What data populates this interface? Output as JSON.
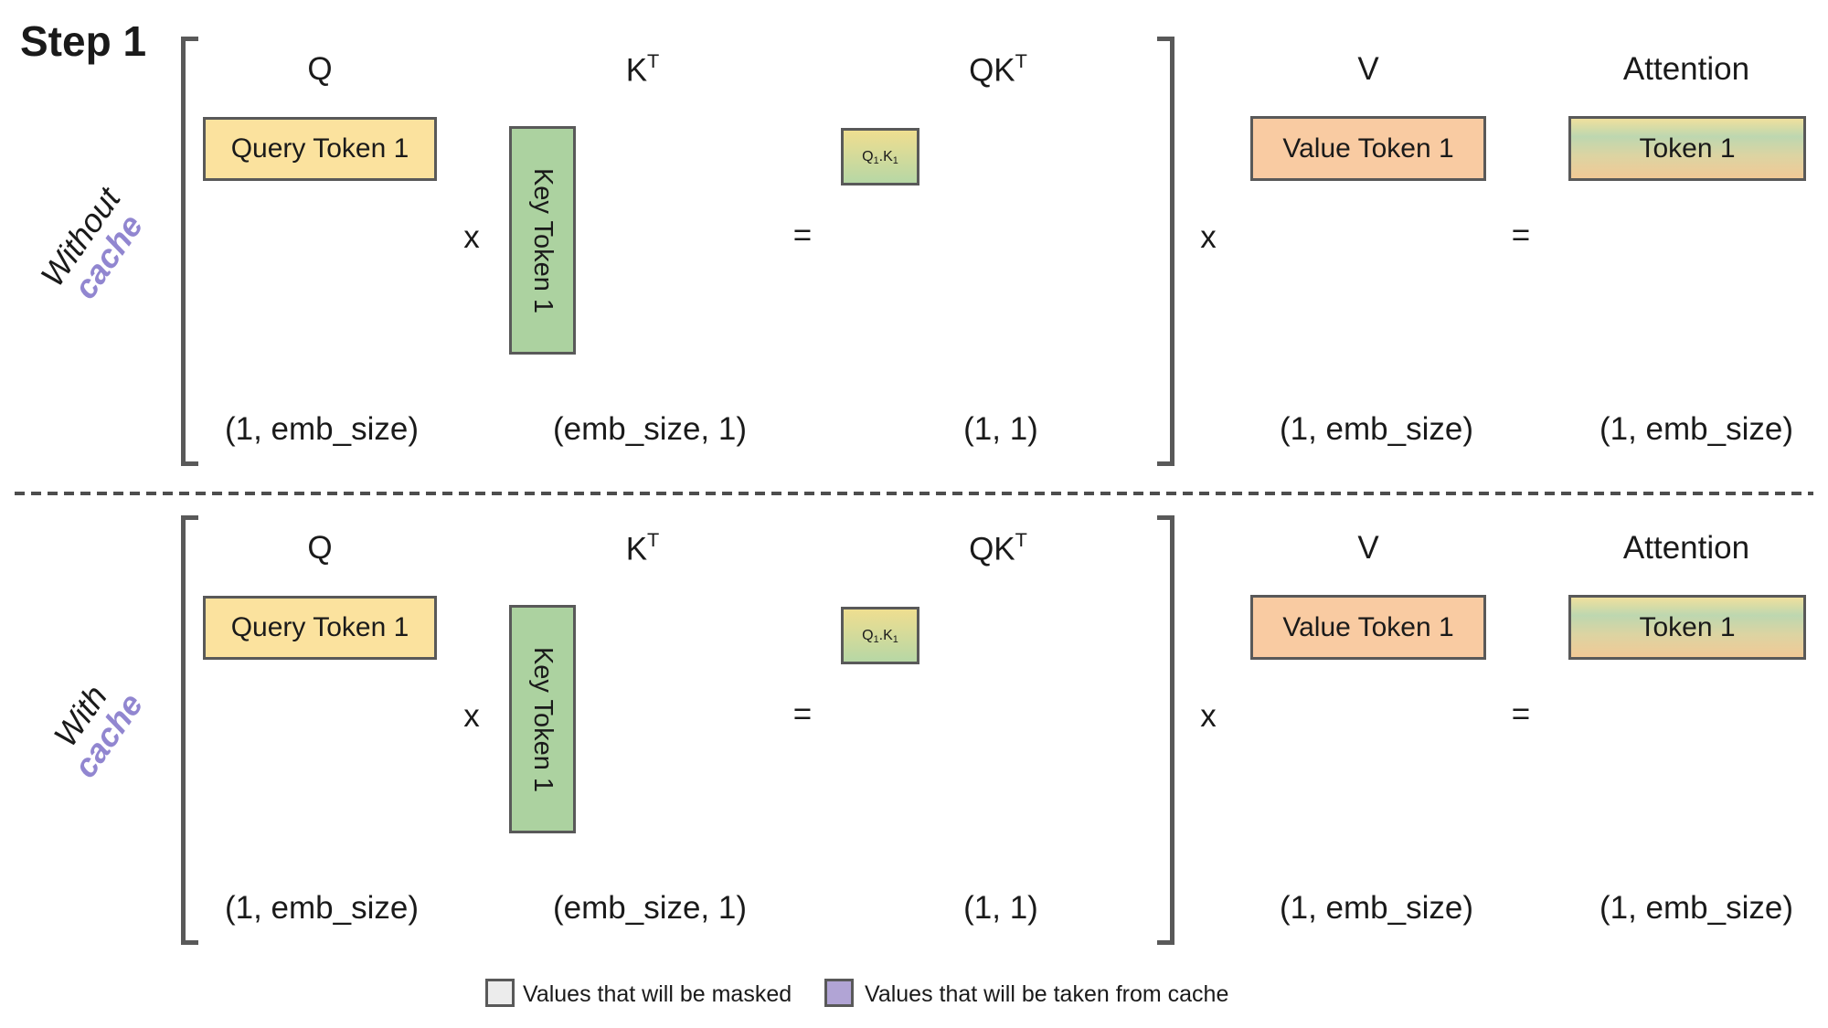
{
  "title": "Step 1",
  "colors": {
    "border_gray": "#595959",
    "query_yellow": "#FBE29E",
    "key_green": "#ACD2A0",
    "value_orange": "#F9CBA2",
    "qk_gradient_top": "#EFDE90",
    "qk_gradient_bottom": "#B7D7A5",
    "attention_gradient": [
      "#EFE09D",
      "#BDD7B0",
      "#DCD4A2",
      "#F1C996"
    ],
    "cache_purple": "#9186D0",
    "legend_masked_gray": "#ECECEC",
    "legend_cache_purple": "#B1A4D5",
    "dashed_line": "#4D4D4D"
  },
  "rows": [
    {
      "side_label": {
        "line1": "Without",
        "line2": "cache"
      },
      "col_labels": {
        "q": "Q",
        "k_base": "K",
        "k_sup": "T",
        "qk_base": "QK",
        "qk_sup": "T",
        "v": "V",
        "attention": "Attention"
      },
      "boxes": {
        "query": "Query Token 1",
        "key": "Key Token 1",
        "qk": {
          "q": "Q",
          "q_sub": "1",
          "dot": ".",
          "k": "K",
          "k_sub": "1"
        },
        "value": "Value Token 1",
        "attention": "Token 1"
      },
      "operators": {
        "times1": "x",
        "equals1": "=",
        "times2": "x",
        "equals2": "="
      },
      "dims": {
        "q": "(1, emb_size)",
        "k": "(emb_size, 1)",
        "qk": "(1, 1)",
        "v": "(1, emb_size)",
        "attention": "(1, emb_size)"
      }
    },
    {
      "side_label": {
        "line1": "With",
        "line2": "cache"
      },
      "col_labels": {
        "q": "Q",
        "k_base": "K",
        "k_sup": "T",
        "qk_base": "QK",
        "qk_sup": "T",
        "v": "V",
        "attention": "Attention"
      },
      "boxes": {
        "query": "Query Token 1",
        "key": "Key Token 1",
        "qk": {
          "q": "Q",
          "q_sub": "1",
          "dot": ".",
          "k": "K",
          "k_sub": "1"
        },
        "value": "Value Token 1",
        "attention": "Token 1"
      },
      "operators": {
        "times1": "x",
        "equals1": "=",
        "times2": "x",
        "equals2": "="
      },
      "dims": {
        "q": "(1, emb_size)",
        "k": "(emb_size, 1)",
        "qk": "(1, 1)",
        "v": "(1, emb_size)",
        "attention": "(1, emb_size)"
      }
    }
  ],
  "legend": [
    {
      "label": "Values that will be masked",
      "swatch_color": "#ECECEC"
    },
    {
      "label": "Values that will be taken from cache",
      "swatch_color": "#B1A4D5"
    }
  ]
}
